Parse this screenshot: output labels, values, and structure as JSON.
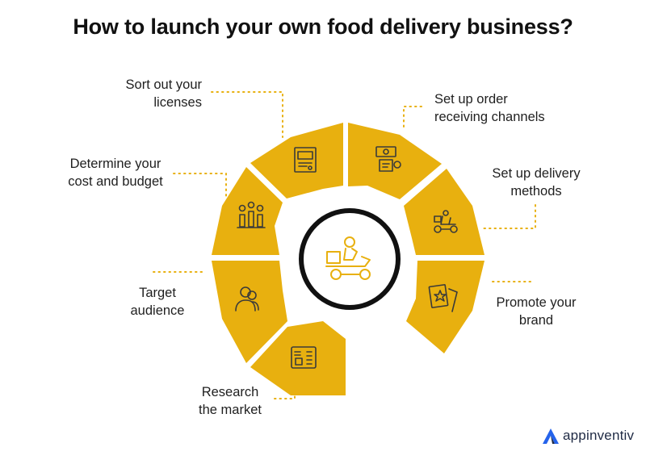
{
  "title": "How to launch your own food delivery business?",
  "colors": {
    "accent": "#E8B00F",
    "ring": "#111111",
    "dots": "#E8B00F",
    "icon": "#3a3a3a"
  },
  "center_icon": "scooter-delivery-rider-icon",
  "steps": [
    {
      "line1": "Sort out your",
      "line2": "licenses",
      "icon": "license-document-icon"
    },
    {
      "line1": "Set up order",
      "line2": "receiving channels",
      "icon": "order-money-icon"
    },
    {
      "line1": "Set up delivery",
      "line2": "methods",
      "icon": "delivery-scooter-icon"
    },
    {
      "line1": "Promote your",
      "line2": "brand",
      "icon": "brand-promotion-icon"
    },
    {
      "line1": "Research",
      "line2": "the market",
      "icon": "market-research-icon"
    },
    {
      "line1": "Target",
      "line2": "audience",
      "icon": "target-audience-icon"
    },
    {
      "line1": "Determine your",
      "line2": "cost and budget",
      "icon": "budget-chart-icon"
    }
  ],
  "logo": {
    "text": "appinventiv",
    "icon": "appinventiv-logo-icon"
  }
}
